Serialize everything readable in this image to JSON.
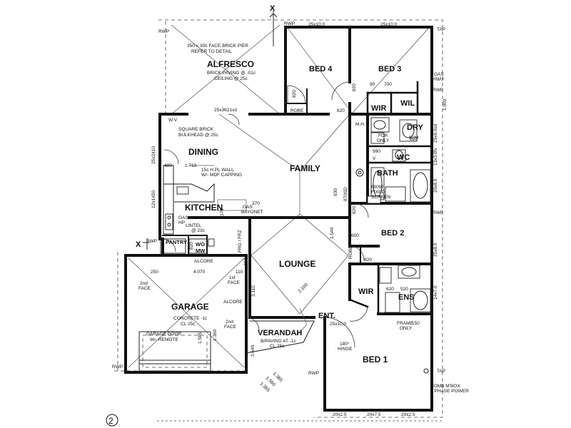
{
  "section_marker": "X",
  "sheet_number": "2",
  "rooms": {
    "alfresco": "ALFRESCO",
    "bed4": "BED 4",
    "bed3": "BED 3",
    "wir_top": "WIR",
    "wil": "WIL",
    "dry": "DRY",
    "wc": "WC",
    "bath": "BATH",
    "dining": "DINING",
    "family": "FAMILY",
    "kitchen": "KITCHEN",
    "pantry": "PANTRY",
    "bed2": "BED 2",
    "lounge": "LOUNGE",
    "wir2": "WIR",
    "ens": "ENS",
    "garage": "GARAGE",
    "ent": "ENT.",
    "verandah": "VERANDAH",
    "bed1": "BED 1",
    "robe4": "ROBE",
    "robe2": "ROBE",
    "wo": "WO",
    "mw": "MW"
  },
  "notes": {
    "pier1": "350 x 350 FACE BRICK PIER",
    "pier2": "REFER TO DETAIL",
    "alf_pave": "BRICK PAVING @ -01c",
    "alf_ceil": "CEILING @ 25c",
    "alf_span": "25x3621sd",
    "dining_bulk1": "SQUARE BRICK",
    "dining_bulk2": "BULKHEAD @ 25c",
    "pl_wall1": "15c H PL WALL",
    "pl_wall2": "W/- MDF CAPPING",
    "gas_bayonet1": "GAS",
    "gas_bayonet2": "BAYONET",
    "gas_hp1": "GAS",
    "gas_hp2": "HP",
    "lintel1": "LINTEL",
    "lintel2": "@ 23c",
    "fixed1": "600W",
    "fixed2": "FIXED",
    "fixed3": "SCREEN",
    "garage1": "CONCRETE -1c",
    "garage2": "CL 25c",
    "garage_door1": "GARAGE DOOR",
    "garage_door2": "W/- REMOTE",
    "ver1": "B/PAVING AT -1c",
    "ver2": "CL 25c",
    "hinge1": "180°",
    "hinge2": "HINGE",
    "frame1": "FRAME",
    "frame2": "ONLY",
    "comb1": "COMB M'BOX",
    "comb2": "3 PHASE POWER",
    "gas_hwu1": "GAS",
    "gas_hwu2": "HWU",
    "mh": "M.H.",
    "alcore1": "ALCORE",
    "alcore2": "ALCORE",
    "face2nd": "2nd",
    "face2nd_b": "FACE",
    "face1st": "1st",
    "face1st_b": "FACE",
    "face2nd2": "2nd",
    "face2nd2_b": "FACE",
    "rwp1": "RWP",
    "rwp2": "RWP",
    "rwp3": "RWP",
    "rwp4": "RWP",
    "rwp5": "RWP",
    "rwp6": "RWP",
    "rwp7": "RWP",
    "tap1": "TAP",
    "tap2": "TAP",
    "wv": "W.V.",
    "frg": "FRG / FRZ",
    "fdr": "FDR",
    "only": "ONLY",
    "wm": "W/M",
    "v": "V"
  },
  "dims": {
    "d_25x10_a": "25x10.0",
    "d_25x10_b": "25x10.0",
    "d_25x10_c": "25x10.0",
    "d_20x25_a": "20x2.5",
    "d_20x75": "20x7.5",
    "d_20x25_b": "20x2.5",
    "d_820_a": "820",
    "d_820_b": "820",
    "d_820_c": "820",
    "d_820_d": "820",
    "d_820_e": "820",
    "d_820_f": "820",
    "d_90": "90",
    "d_700": "700",
    "d_1000": "1.000",
    "d_480": "480",
    "d_1710": "1.710",
    "d_990": "990",
    "d_930": "930",
    "d_870": "870SD",
    "d_1540": "1.540",
    "d_600": "600",
    "d_250": "250",
    "d_4070": "4.070",
    "d_110a": "110",
    "d_110b": "110",
    "d_3110": "3.110",
    "d_2640": "2.640",
    "d_150": "150",
    "d_370a": "370",
    "d_370b": "370",
    "d_2410": "25x2410",
    "d_1450": "12x1450",
    "d_25x60": "25x6.0sd",
    "d_13x30": "13x3.0fv",
    "d_20x85a": "20x8.5",
    "d_25x85": "25x8.5",
    "d_14x70": "14x7.0",
    "d_1585": "1.585",
    "d_1360": "1.360",
    "d_1385": "1.385",
    "d_1560": "1.560",
    "d_2100": "2.100",
    "d_620": "620",
    "d_520": "520",
    "d_1365": "1.365",
    "d_620b": "620"
  }
}
